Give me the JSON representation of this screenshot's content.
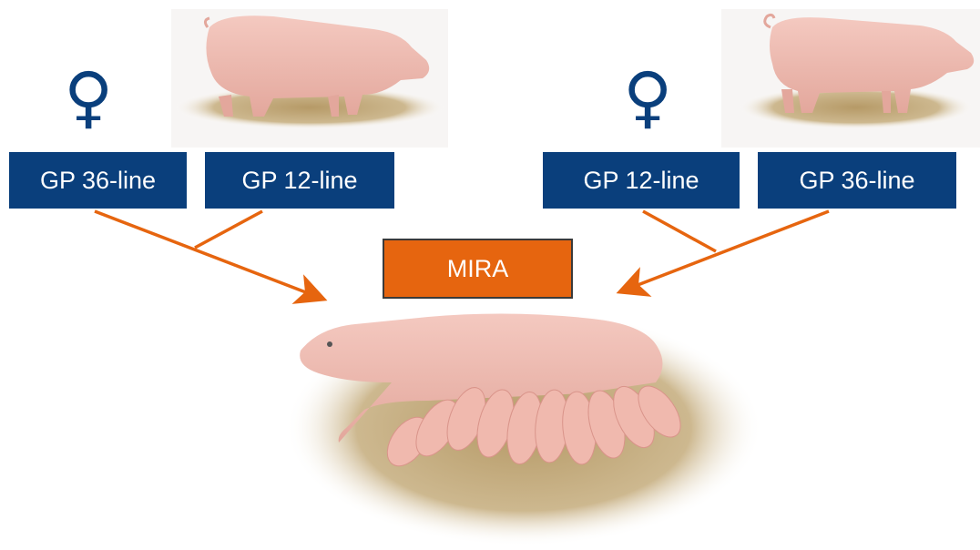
{
  "parents_left": {
    "female_symbol": "♀",
    "female_line_label": "GP 36-line",
    "male_line_label": "GP 12-line"
  },
  "parents_right": {
    "female_symbol": "♀",
    "female_line_label": "GP 12-line",
    "male_line_label": "GP 36-line"
  },
  "offspring": {
    "label": "MIRA"
  },
  "colors": {
    "line_box": "#0a3f7c",
    "offspring_box": "#e6650f",
    "arrows": "#e6650f",
    "female_symbol": "#0a3f7c"
  },
  "images": {
    "left_boar": "pig-illustration",
    "right_boar": "pig-illustration",
    "sow_with_piglets": "sow-nursing-piglets-illustration"
  }
}
